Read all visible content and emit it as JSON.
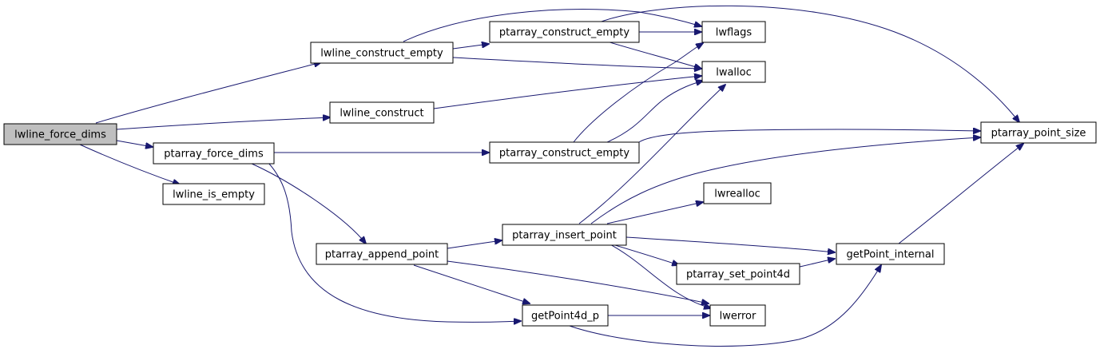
{
  "colors": {
    "edge": "#191970",
    "root_fill": "#bfbfbf",
    "node_fill": "#ffffff",
    "border": "#000000"
  },
  "nodes": {
    "lwline_force_dims": "lwline_force_dims",
    "lwline_construct_empty": "lwline_construct_empty",
    "lwline_construct": "lwline_construct",
    "ptarray_force_dims": "ptarray_force_dims",
    "lwline_is_empty": "lwline_is_empty",
    "ptarray_construct_empty_top": "ptarray_construct_empty",
    "ptarray_construct_empty_mid": "ptarray_construct_empty",
    "lwflags": "lwflags",
    "lwalloc": "lwalloc",
    "ptarray_point_size": "ptarray_point_size",
    "lwrealloc": "lwrealloc",
    "ptarray_insert_point": "ptarray_insert_point",
    "ptarray_append_point": "ptarray_append_point",
    "getPoint_internal": "getPoint_internal",
    "ptarray_set_point4d": "ptarray_set_point4d",
    "getPoint4d_p": "getPoint4d_p",
    "lwerror": "lwerror"
  },
  "edges": [
    [
      "lwline_force_dims",
      "lwline_construct_empty"
    ],
    [
      "lwline_force_dims",
      "lwline_construct"
    ],
    [
      "lwline_force_dims",
      "ptarray_force_dims"
    ],
    [
      "lwline_force_dims",
      "lwline_is_empty"
    ],
    [
      "lwline_construct_empty",
      "ptarray_construct_empty_top"
    ],
    [
      "lwline_construct_empty",
      "lwflags"
    ],
    [
      "lwline_construct_empty",
      "lwalloc"
    ],
    [
      "ptarray_construct_empty_top",
      "lwflags"
    ],
    [
      "ptarray_construct_empty_top",
      "lwalloc"
    ],
    [
      "ptarray_construct_empty_top",
      "ptarray_point_size"
    ],
    [
      "lwline_construct",
      "lwalloc"
    ],
    [
      "ptarray_force_dims",
      "ptarray_construct_empty_mid"
    ],
    [
      "ptarray_force_dims",
      "ptarray_append_point"
    ],
    [
      "ptarray_force_dims",
      "getPoint4d_p"
    ],
    [
      "ptarray_construct_empty_mid",
      "lwflags"
    ],
    [
      "ptarray_construct_empty_mid",
      "lwalloc"
    ],
    [
      "ptarray_construct_empty_mid",
      "ptarray_point_size"
    ],
    [
      "ptarray_append_point",
      "ptarray_insert_point"
    ],
    [
      "ptarray_append_point",
      "getPoint4d_p"
    ],
    [
      "ptarray_append_point",
      "lwerror"
    ],
    [
      "ptarray_insert_point",
      "lwalloc"
    ],
    [
      "ptarray_insert_point",
      "ptarray_point_size"
    ],
    [
      "ptarray_insert_point",
      "lwrealloc"
    ],
    [
      "ptarray_insert_point",
      "getPoint_internal"
    ],
    [
      "ptarray_insert_point",
      "ptarray_set_point4d"
    ],
    [
      "ptarray_insert_point",
      "lwerror"
    ],
    [
      "ptarray_set_point4d",
      "getPoint_internal"
    ],
    [
      "getPoint4d_p",
      "lwerror"
    ],
    [
      "getPoint4d_p",
      "getPoint_internal"
    ],
    [
      "getPoint_internal",
      "ptarray_point_size"
    ]
  ]
}
